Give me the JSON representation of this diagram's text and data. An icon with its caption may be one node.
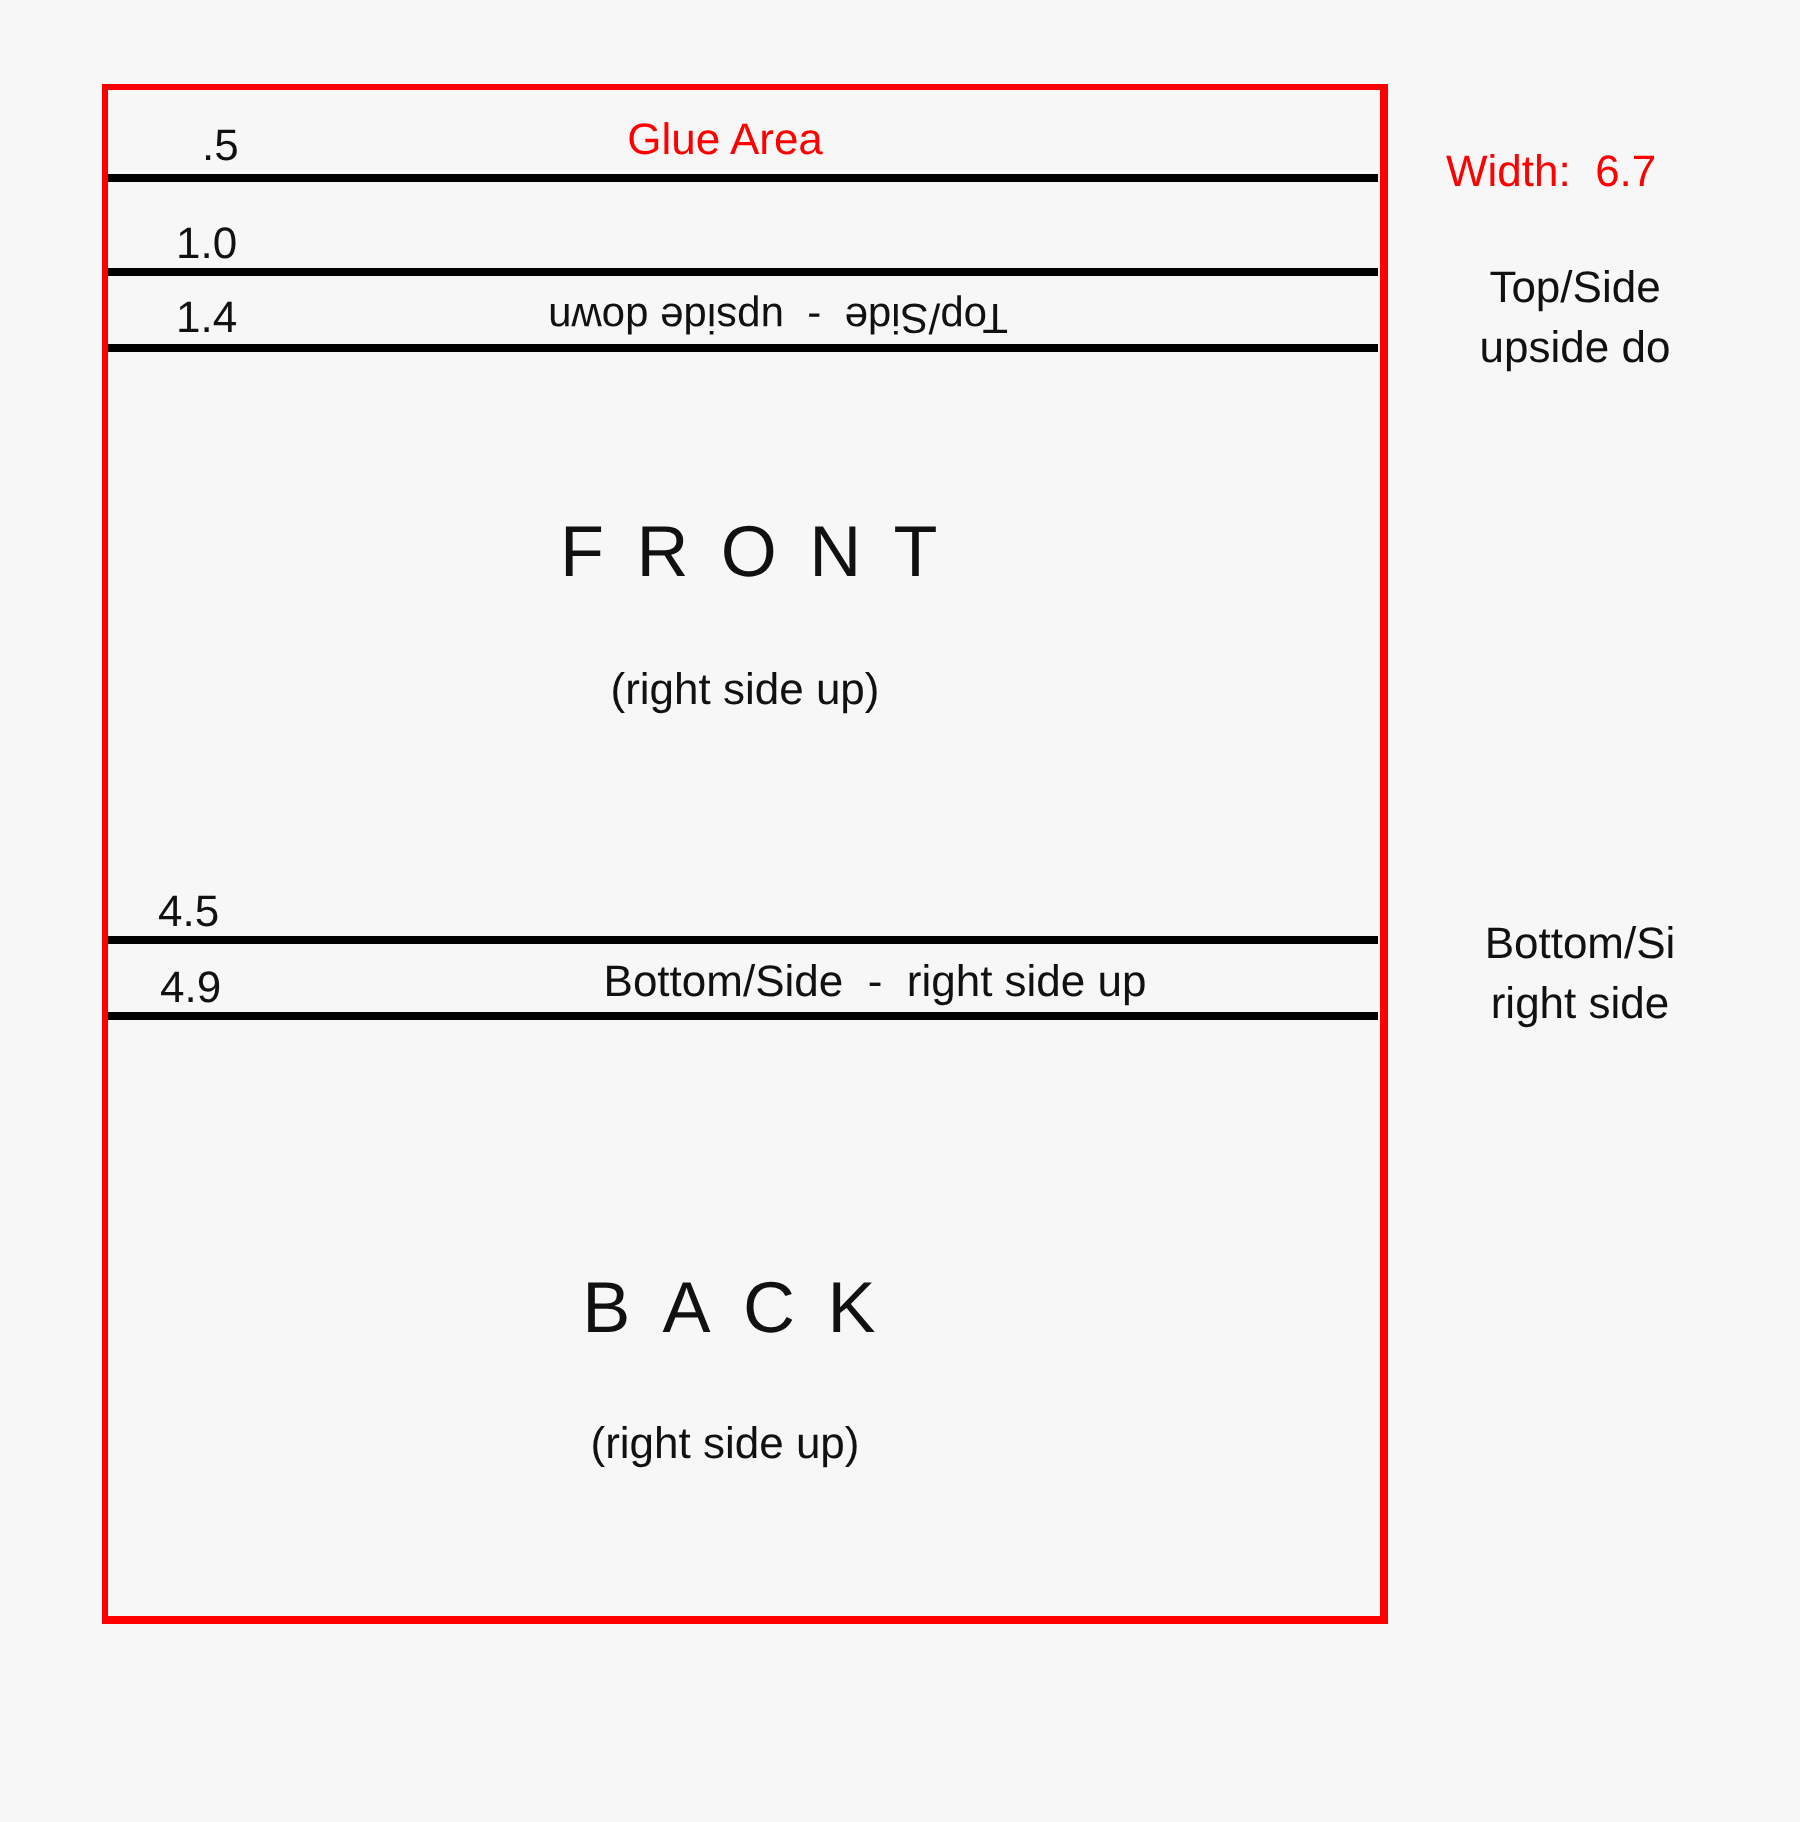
{
  "diagram": {
    "nodes": [
      {
        "text": [],
        "shape": "box"
      },
      {
        "text": [
          "Glue Area"
        ],
        "in": 0
      },
      {
        "text": [
          "Top/Side  -  upside down"
        ],
        "in": 0
      },
      {
        "text": [
          "FRONT",
          "(right side up)"
        ],
        "in": 0
      },
      {
        "text": [
          "Bottom/Side  -  right side up"
        ],
        "in": 0
      },
      {
        "text": [
          "BACK",
          "(right side up)"
        ],
        "in": 0
      }
    ],
    "edges": [],
    "labels": [
      ".5",
      "1.0",
      "1.4",
      "4.5",
      "4.9",
      "Width:  6.7",
      "Top/Side upside do",
      "Bottom/Si right side"
    ]
  }
}
